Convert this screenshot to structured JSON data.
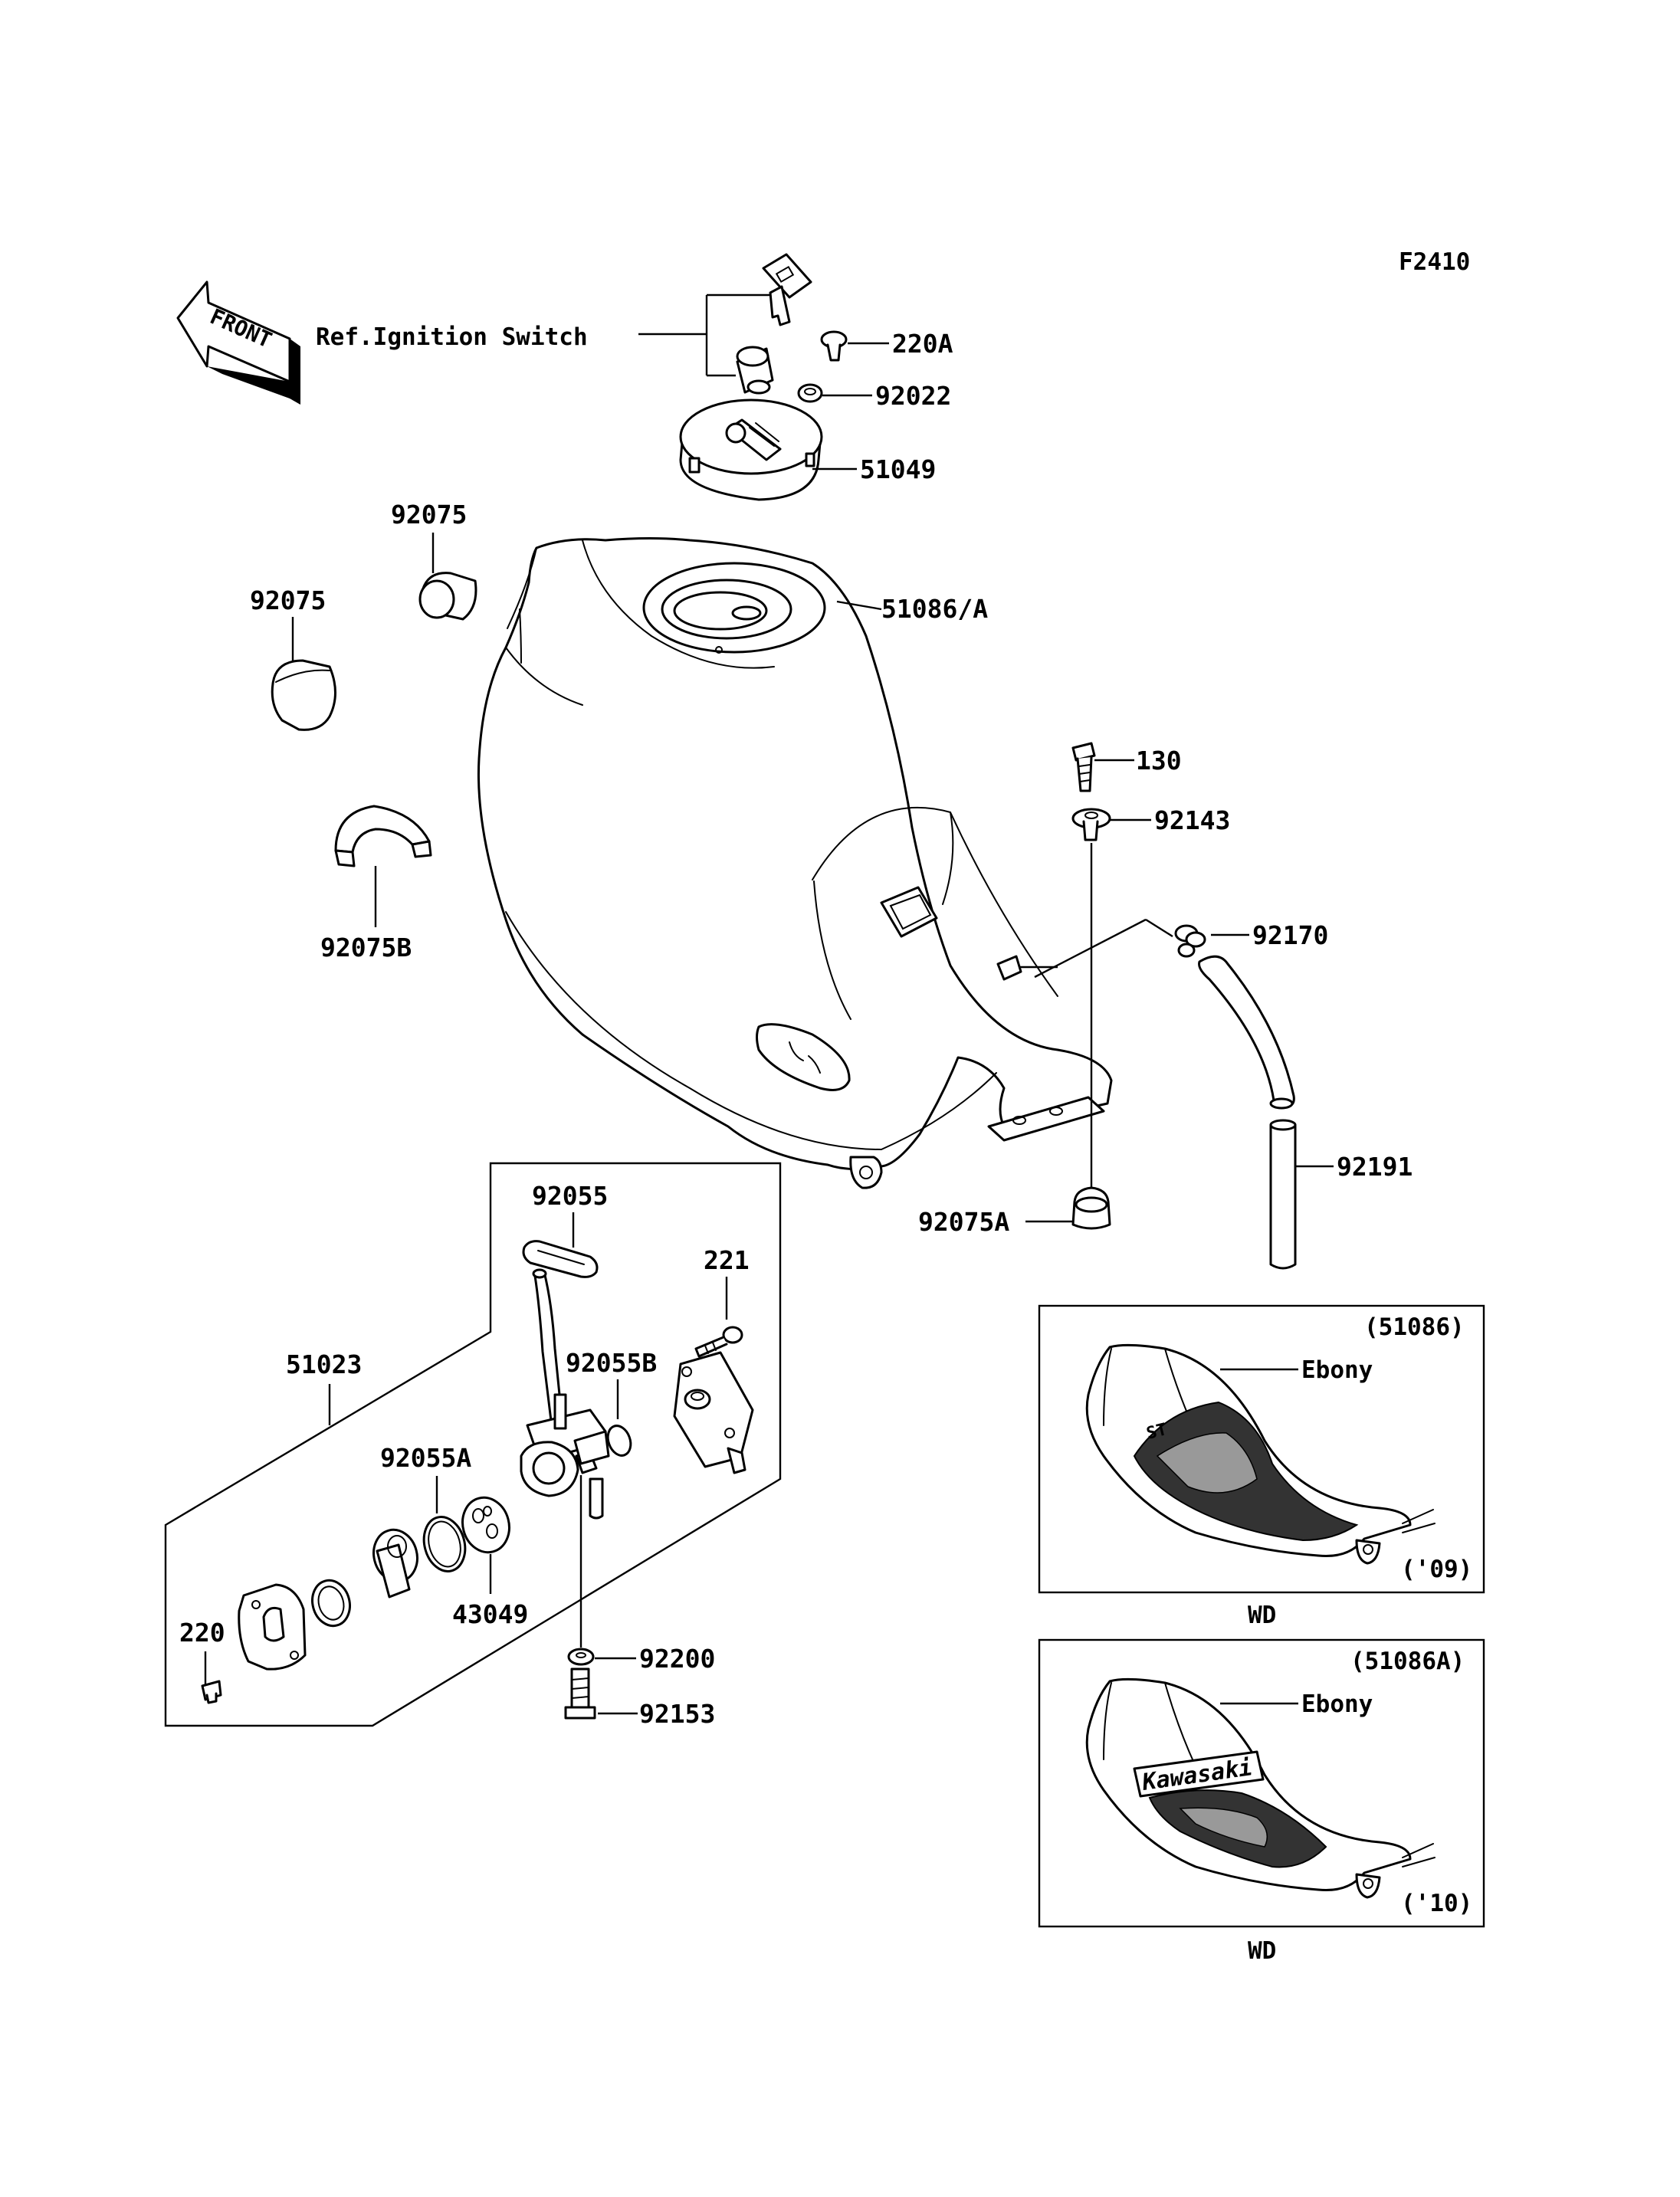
{
  "diagram_code": "F2410",
  "front_label": "FRONT",
  "ref_ignition": "Ref.Ignition Switch",
  "parts": {
    "p220A": "220A",
    "p92022": "92022",
    "p51049": "51049",
    "p92075_top": "92075",
    "p92075_left": "92075",
    "p51086A": "51086/A",
    "p92075B": "92075B",
    "p130": "130",
    "p92143": "92143",
    "p92170": "92170",
    "p92191": "92191",
    "p92075A": "92075A",
    "p92055": "92055",
    "p221": "221",
    "p51023": "51023",
    "p92055B": "92055B",
    "p92055A": "92055A",
    "p43049": "43049",
    "p220": "220",
    "p92200": "92200",
    "p92153": "92153"
  },
  "variants": [
    {
      "part_ref": "(51086)",
      "color": "Ebony",
      "year": "('09)",
      "caption": "WD",
      "emblem": "ST"
    },
    {
      "part_ref": "(51086A)",
      "color": "Ebony",
      "year": "('10)",
      "caption": "WD",
      "emblem": "Kawasaki"
    }
  ]
}
